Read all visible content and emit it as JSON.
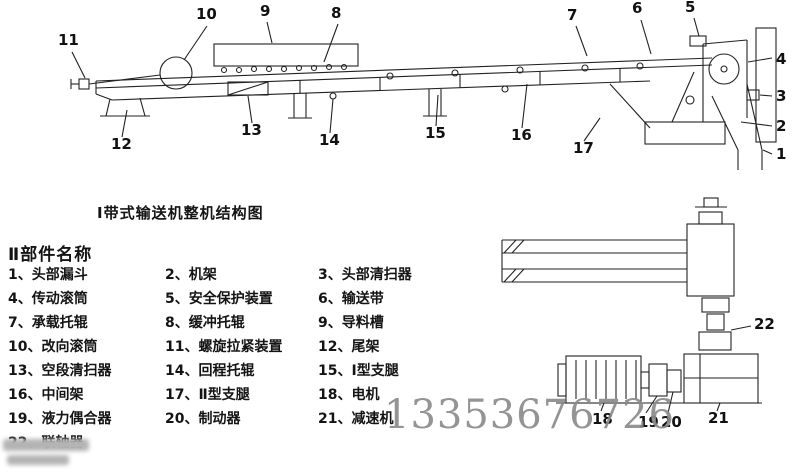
{
  "title": "Ⅰ带式输送机整机结构图",
  "parts_header": "Ⅱ部件名称",
  "parts": [
    "1、头部漏斗",
    "2、机架",
    "3、头部清扫器",
    "4、传动滚筒",
    "5、安全保护装置",
    "6、输送带",
    "7、承载托辊",
    "8、缓冲托辊",
    "9、导料槽",
    "10、改向滚筒",
    "11、螺旋拉紧装置",
    "12、尾架",
    "13、空段清扫器",
    "14、回程托辊",
    "15、Ⅰ型支腿",
    "16、中间架",
    "17、Ⅱ型支腿",
    "18、电机",
    "19、液力偶合器",
    "20、制动器",
    "21、减速机",
    "22、联轴器"
  ],
  "callouts": {
    "c1": "1",
    "c2": "2",
    "c3": "3",
    "c4": "4",
    "c5": "5",
    "c6": "6",
    "c7": "7",
    "c8": "8",
    "c9": "9",
    "c10": "10",
    "c11": "11",
    "c12": "12",
    "c13": "13",
    "c14": "14",
    "c15": "15",
    "c16": "16",
    "c17": "17",
    "c18": "18",
    "c19": "19",
    "c20": "20",
    "c21": "21",
    "c22": "22"
  },
  "watermark_phone": "13353676726",
  "line_color": "#222222"
}
